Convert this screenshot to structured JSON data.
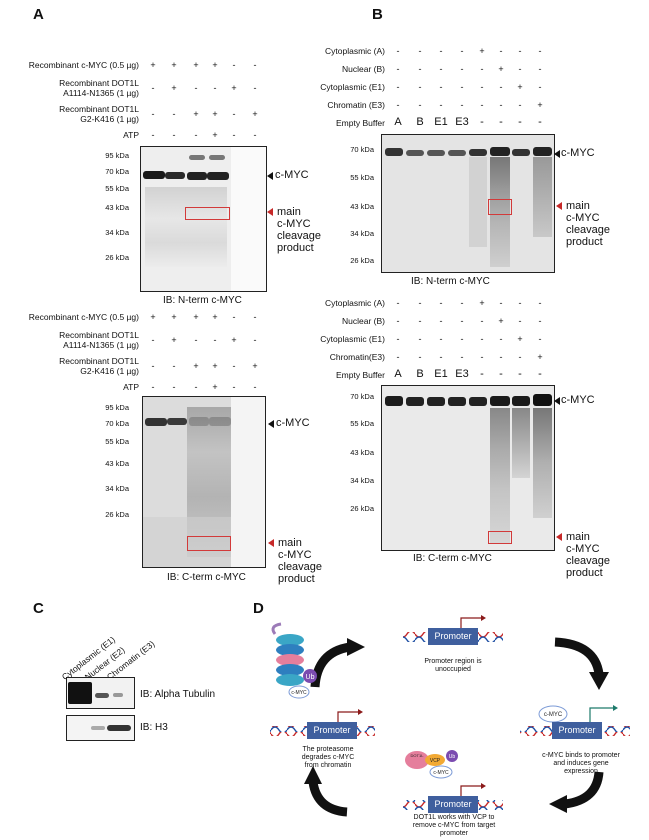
{
  "panels": {
    "A": "A",
    "B": "B",
    "C": "C",
    "D": "D"
  },
  "panelA": {
    "conditions": [
      "Recombinant c-MYC (0.5 µg)",
      "Recombinant DOT1L",
      "A1114-N1365 (1 µg)",
      "Recombinant DOT1L",
      "G2-K416 (1 µg)",
      "ATP"
    ],
    "signs": [
      [
        "+",
        "+",
        "+",
        "+",
        "-",
        "-"
      ],
      [
        "-",
        "+",
        "-",
        "-",
        "+",
        "-"
      ],
      [
        "-",
        "-",
        "+",
        "+",
        "-",
        "+"
      ],
      [
        "-",
        "-",
        "-",
        "+",
        "-",
        "-"
      ]
    ],
    "markers_top": [
      "95 kDa",
      "70 kDa",
      "55 kDa",
      "43 kDa",
      "34 kDa",
      "26 kDa"
    ],
    "markers_bottom": [
      "95 kDa",
      "70 kDa",
      "55 kDa",
      "43 kDa",
      "34 kDa",
      "26 kDa"
    ],
    "ib_top": "IB: N-term c-MYC",
    "ib_bottom": "IB: C-term c-MYC"
  },
  "panelB": {
    "conditions_top": [
      "Cytoplasmic (A)",
      "Nuclear (B)",
      "Cytoplasmic (E1)",
      "Chromatin (E3)",
      "Empty Buffer"
    ],
    "conditions_bottom": [
      "Cytoplasmic (A)",
      "Nuclear (B)",
      "Cytoplasmic (E1)",
      "Chromatin(E3)",
      "Empty Buffer"
    ],
    "signs": [
      [
        "-",
        "-",
        "-",
        "-",
        "+",
        "-",
        "-",
        "-"
      ],
      [
        "-",
        "-",
        "-",
        "-",
        "-",
        "+",
        "-",
        "-"
      ],
      [
        "-",
        "-",
        "-",
        "-",
        "-",
        "-",
        "+",
        "-"
      ],
      [
        "-",
        "-",
        "-",
        "-",
        "-",
        "-",
        "-",
        "+"
      ]
    ],
    "lane_labels": [
      "A",
      "B",
      "E1",
      "E3",
      "-",
      "-",
      "-",
      "-"
    ],
    "markers": [
      "70 kDa",
      "55 kDa",
      "43 kDa",
      "34 kDa",
      "26 kDa"
    ],
    "ib_top": "IB: N-term c-MYC",
    "ib_bottom": "IB: C-term c-MYC"
  },
  "annotations": {
    "cmyc": "c-MYC",
    "cleavage": [
      "main",
      "c-MYC",
      "cleavage",
      "product"
    ]
  },
  "panelC": {
    "lanes": [
      "Cytoplasmic (E1)",
      "Nuclear (E2)",
      "Chromatin (E3)"
    ],
    "ib_tubulin": "IB: Alpha Tubulin",
    "ib_h3": "IB: H3"
  },
  "panelD": {
    "promoter": "Promoter",
    "cmyc": "c-MYC",
    "ub": "Ub",
    "vcp": "VCP",
    "dot1l": "DOT1L",
    "step_top": "Promoter region is unoccupied",
    "step_right": "c-MYC binds to promoter and induces gene expression",
    "step_bottom": "DOT1L works with VCP to remove c-MYC from target promoter",
    "step_left": "The proteasome degrades c-MYC from chromatin"
  }
}
